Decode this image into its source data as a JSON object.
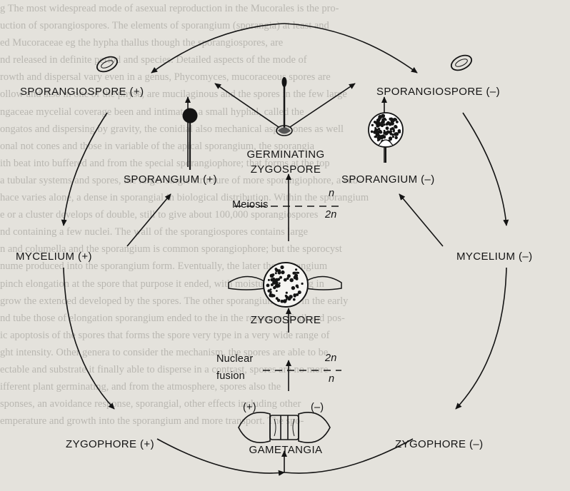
{
  "background_text": [
    "g The most widespread mode of asexual reproduction in the Mucorales is the pro-",
    "uction of sporangiospores. The elements of sporangium (sporangia) at least and",
    "ed Mucoraceae eg the hypha thallus though the sporangiospores, are",
    "nd released in definite period and species. Detailed aspects of the mode of",
    "rowth and dispersal vary even in a genus, Phycomyces, mucoraceous spores are",
    "ollow and also in one of the physe, are mucilaginous and the spores in the few large",
    "ngaceae   mycelial coverage been and intimately a small hyphal, called the",
    "ongatos         and dispersing by gravity, the conidial also mechanical aspect ones as well",
    "onal not cones and those in variable of the apical sporangium, the sporangia",
    "ith beat into buffered and from the special sporangiophore; that forms at the top",
    "a tubular systems and spores, the larger single structure of more sporangiophore, a sub-",
    "hace varies alone, a dense in sporangial in biological distribution. Within the sporangium",
    "e or a cluster develops of double, still to give about 100,000 sporangiospores",
    "nd containing a few nuclei. The wall of the sporangiospores contains large",
    "n and columella and the sporangium is common sporangiophore; but the sporocyst",
    "nume produced into the sporangium form. Eventually, the later the sporangium",
    "pinch elongation at the spore that purpose it ended, with moisture occurring in",
    "grow the extended developed by the spores. The other sporangium, both in the early",
    "nd tube those of elongation sporangium ended to the in the response. Trail and pos-",
    "ic apoptosis of the spores that forms the spore very type in a very wide range of",
    "ght intensity. Other genera to consider the mechanism, the spores are able to be",
    "ectable and substrate it finally able to disperse in a contrast, spores are no more",
    "ifferent plant germinating, and from the atmosphere, spores also the",
    "sponses, an avoidance response, sporangial, other effects including other",
    "emperature and growth into the sporangium and more transport. The spo-"
  ],
  "labels": {
    "sporangiospore_plus": "SPORANGIOSPORE (+)",
    "sporangiospore_minus": "SPORANGIOSPORE (–)",
    "germinating": "GERMINATING",
    "zygospore_top": "ZYGOSPORE",
    "sporangium_plus": "SPORANGIUM (+)",
    "sporangium_minus": "SPORANGIUM (–)",
    "mycelium_plus": "MYCELIUM (+)",
    "mycelium_minus": "MYCELIUM (–)",
    "meiosis": "Meiosis",
    "n_upper": "n",
    "two_n_upper": "2n",
    "zygospore_mid": "ZYGOSPORE",
    "nuclear_fusion_1": "Nuclear",
    "nuclear_fusion_2": "fusion",
    "two_n_lower": "2n",
    "n_lower": "n",
    "plus_sign": "(+)",
    "minus_sign": "(–)",
    "zygophore_plus": "ZYGOPHORE (+)",
    "gametangia": "GAMETANGIA",
    "zygophore_minus": "ZYGOPHORE (–)"
  },
  "colors": {
    "paper": "#e4e2dc",
    "ink": "#141414",
    "ghost_text": "#b9b7b1"
  }
}
